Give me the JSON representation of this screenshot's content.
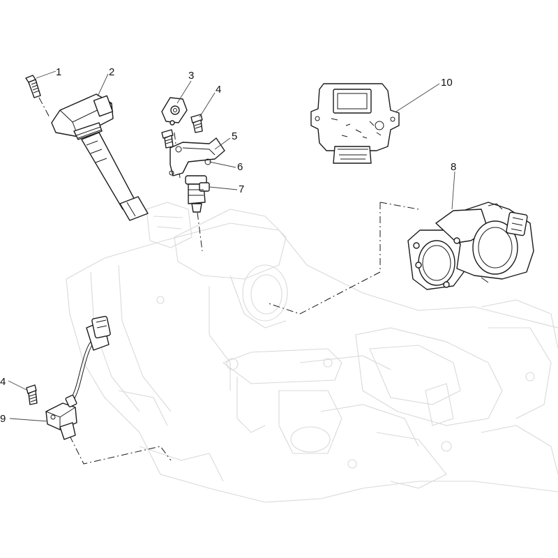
{
  "diagram": {
    "colors": {
      "ink": "#1a1a1a",
      "ghost": "#d9d9d9",
      "background": "#ffffff"
    },
    "callouts": [
      {
        "id": "1",
        "label": "1"
      },
      {
        "id": "2",
        "label": "2"
      },
      {
        "id": "3",
        "label": "3"
      },
      {
        "id": "4a",
        "label": "4"
      },
      {
        "id": "5",
        "label": "5"
      },
      {
        "id": "6",
        "label": "6"
      },
      {
        "id": "7",
        "label": "7"
      },
      {
        "id": "8",
        "label": "8"
      },
      {
        "id": "10",
        "label": "10"
      },
      {
        "id": "4b",
        "label": "4"
      },
      {
        "id": "9",
        "label": "9"
      }
    ]
  }
}
